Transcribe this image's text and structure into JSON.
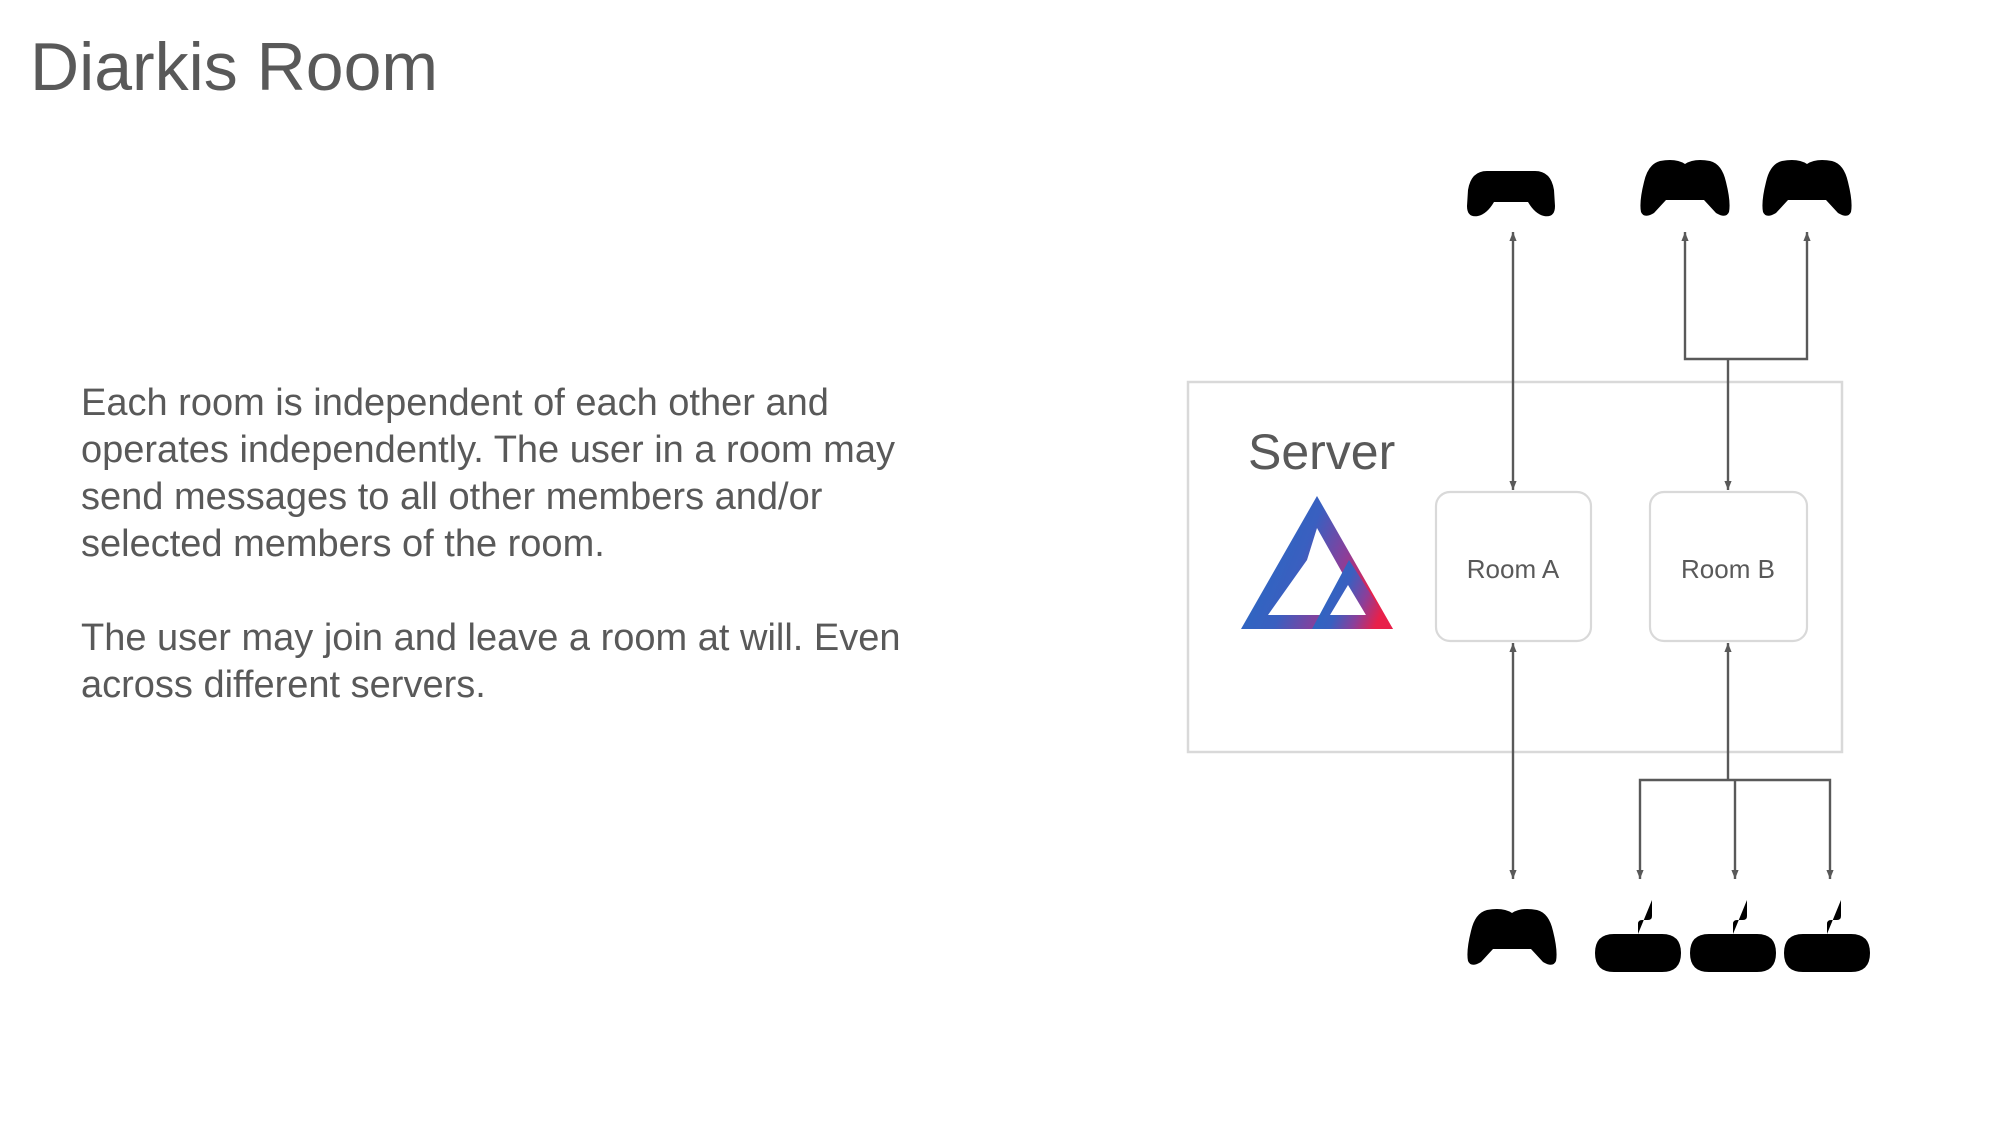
{
  "title": "Diarkis Room",
  "description": {
    "paragraph_1": "Each room is independent of each other and operates independently. The user in a room may send messages to all other members and/or selected members of the room.",
    "paragraph_2": "The user may join and leave a room at will. Even across different servers."
  },
  "diagram": {
    "server_label": "Server",
    "logo": "diarkis-triangle-logo",
    "rooms": [
      {
        "id": "room-a",
        "label": "Room A"
      },
      {
        "id": "room-b",
        "label": "Room B"
      }
    ],
    "icons": {
      "gamepad": "gamepad-icon",
      "modern_controller": "controller-icon",
      "wired_controller": "wired-controller-icon"
    },
    "colors": {
      "stroke": "#595959",
      "box_border": "#d9d9d9",
      "logo_blue": "#1f6ec4",
      "logo_red": "#e8204a"
    }
  }
}
